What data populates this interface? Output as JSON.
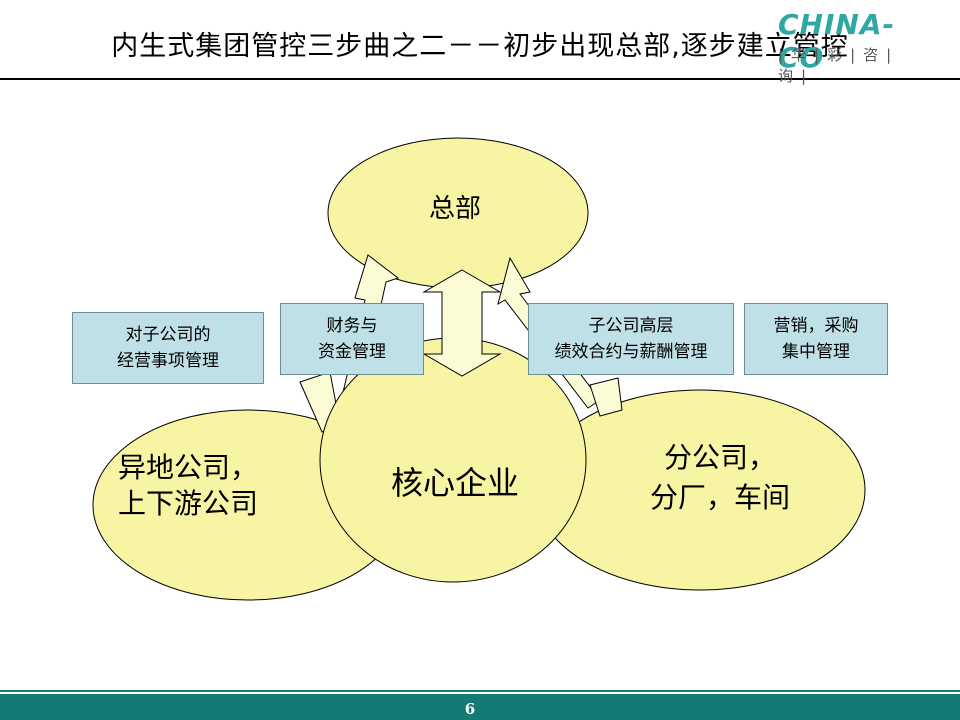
{
  "slide": {
    "title": "内生式集团管控三步曲之二－－初步出现总部,逐步建立管控",
    "logo_text": "CHINA-CO",
    "logo_sub": "|华|彩|咨|询|",
    "page_number": "6"
  },
  "diagram": {
    "headquarters": "总部",
    "core": "核心企业",
    "left_lines": [
      "异地公司，",
      "上下游公司"
    ],
    "right_lines": [
      "分公司，",
      "分厂，车间"
    ],
    "boxes": [
      {
        "lines": [
          "对子公司的",
          "经营事项管理"
        ]
      },
      {
        "lines": [
          "财务与",
          "资金管理"
        ]
      },
      {
        "lines": [
          "子公司高层",
          "绩效合约与薪酬管理"
        ]
      },
      {
        "lines": [
          "营销，采购",
          "集中管理"
        ]
      }
    ]
  },
  "colors": {
    "ellipse_fill": "#f7f4a3",
    "box_fill": "#bfe0e6",
    "arrow_fill": "#fbfbd6",
    "accent": "#157a74"
  }
}
